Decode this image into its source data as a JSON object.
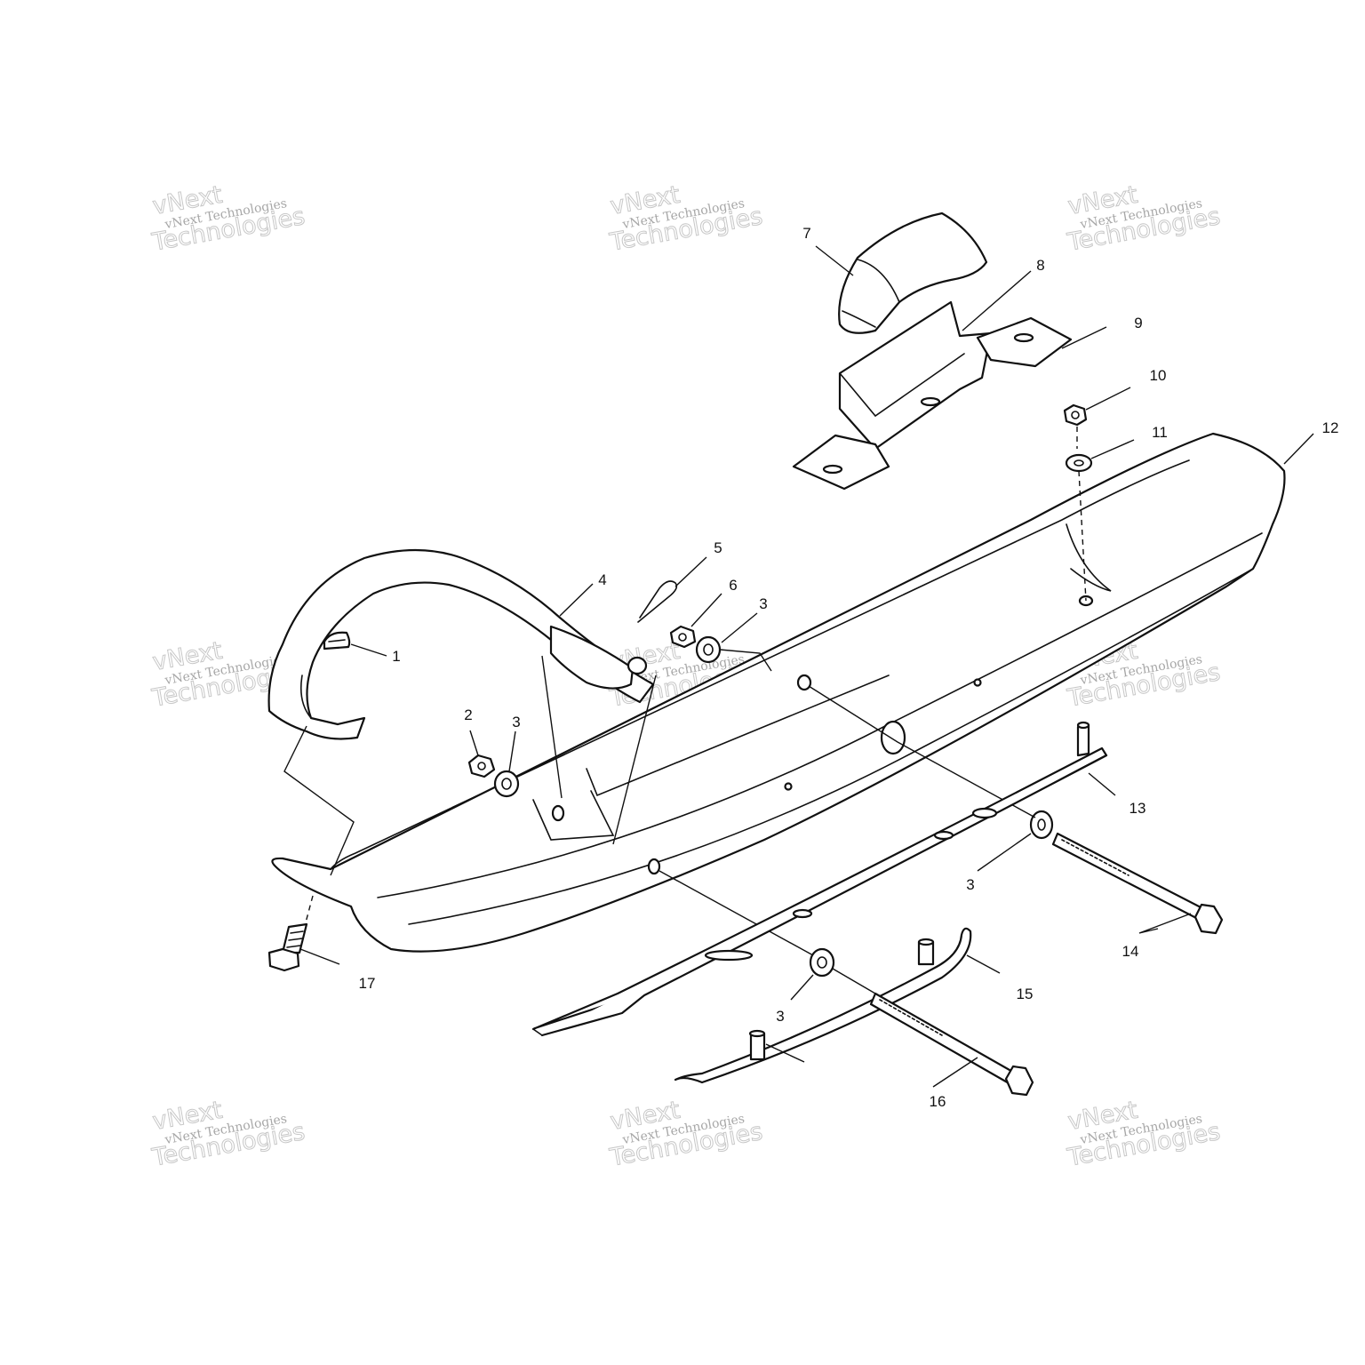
{
  "diagram": {
    "callouts": [
      "1",
      "2",
      "3",
      "4",
      "5",
      "6",
      "7",
      "8",
      "9",
      "10",
      "11",
      "12",
      "13",
      "14",
      "15",
      "16",
      "17",
      "3",
      "3",
      "3"
    ]
  },
  "watermark": {
    "line1": "vNext",
    "line2": "vNext Technologies",
    "line3": "Technologies"
  },
  "colors": {
    "ink": "#111111",
    "watermark": "#9a9a9a",
    "background": "#ffffff"
  }
}
